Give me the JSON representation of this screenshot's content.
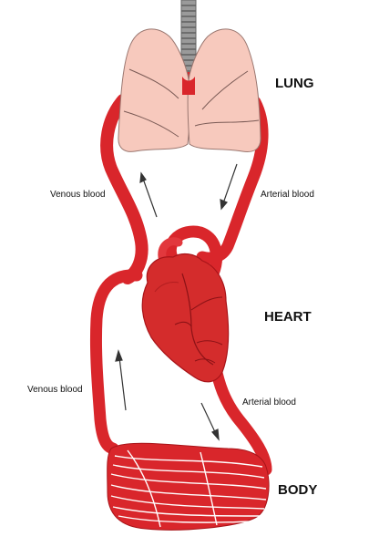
{
  "diagram": {
    "labels": {
      "lung": "LUNG",
      "heart": "HEART",
      "body": "BODY",
      "venous_upper": "Venous blood",
      "arterial_upper": "Arterial blood",
      "venous_lower": "Venous blood",
      "arterial_lower": "Arterial blood"
    },
    "colors": {
      "vessel": "#d9262b",
      "vessel_dark": "#a81419",
      "heart": "#d42c2c",
      "heart_shade": "#b31e20",
      "lung": "#f7c9bd",
      "lung_outline": "#9a7770",
      "trachea": "#888888",
      "arrow": "#333333"
    },
    "icons": {
      "trachea": "trachea-icon",
      "lungs": "lungs-icon",
      "heart": "heart-icon",
      "capillaries": "capillary-bed-icon"
    }
  }
}
